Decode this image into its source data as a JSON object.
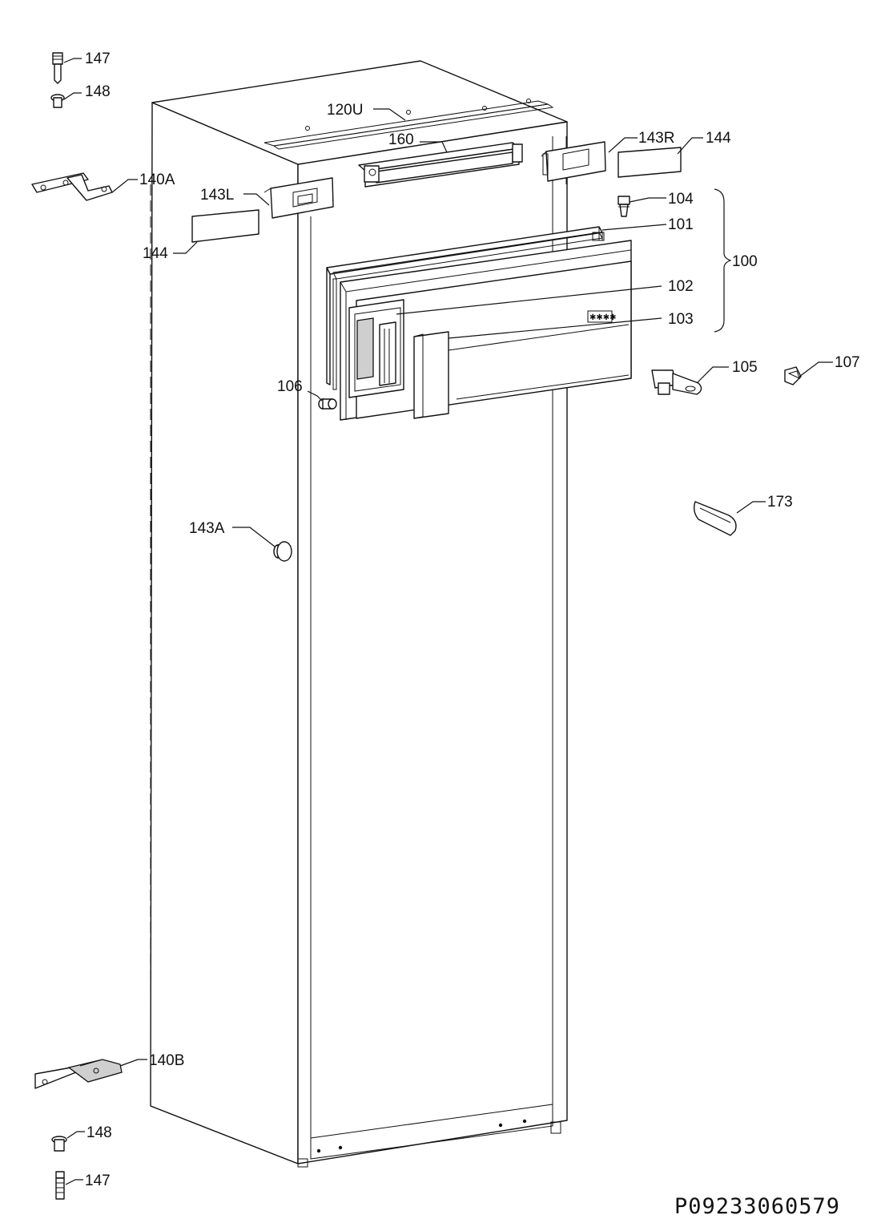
{
  "diagram_code": "P09233060579",
  "labels": {
    "l147_top": "147",
    "l148_top": "148",
    "l120U": "120U",
    "l160": "160",
    "l143R": "143R",
    "l144_right": "144",
    "l140A": "140A",
    "l143L": "143L",
    "l104": "104",
    "l101": "101",
    "l144_left": "144",
    "l100": "100",
    "l102": "102",
    "l103": "103",
    "l105": "105",
    "l107": "107",
    "l106": "106",
    "l173": "173",
    "l143A": "143A",
    "l140B": "140B",
    "l148_bottom": "148",
    "l147_bottom": "147"
  }
}
